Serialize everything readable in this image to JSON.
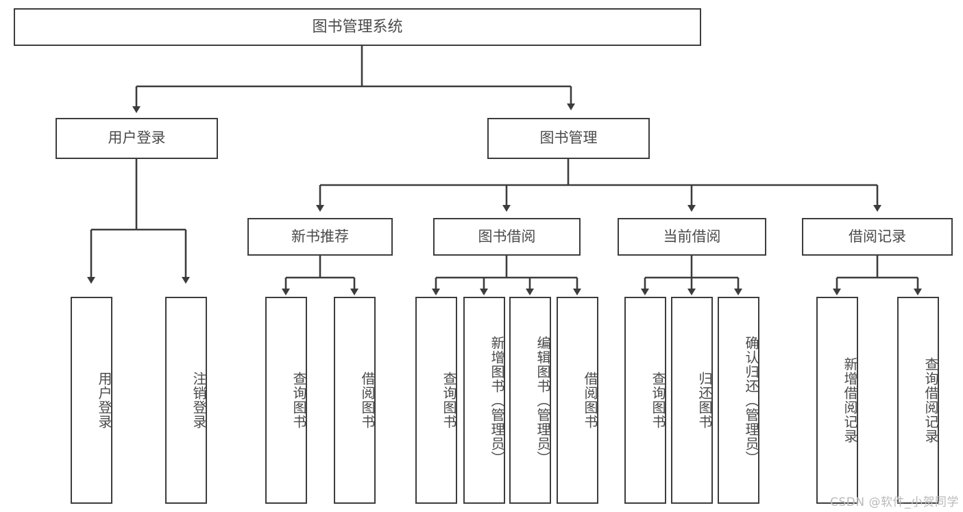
{
  "diagram": {
    "title": "图书管理系统",
    "type": "tree-hierarchy",
    "watermark": "CSDN @软件_小贺同学",
    "colors": {
      "stroke": "#3c3c3c",
      "text": "#4a4a4a",
      "background": "#ffffff",
      "watermark": "#b9b9b9"
    },
    "root": {
      "label": "图书管理系统"
    },
    "level1": [
      {
        "id": "user-login",
        "label": "用户登录"
      },
      {
        "id": "book-manage",
        "label": "图书管理"
      }
    ],
    "level2": [
      {
        "id": "new-book-recommend",
        "label": "新书推荐"
      },
      {
        "id": "book-borrow",
        "label": "图书借阅"
      },
      {
        "id": "current-borrow",
        "label": "当前借阅"
      },
      {
        "id": "borrow-record",
        "label": "借阅记录"
      }
    ],
    "leaves": {
      "user_login": [
        {
          "id": "leaf-user-login",
          "label": "用户登录"
        },
        {
          "id": "leaf-logout-login",
          "label": "注销登录"
        }
      ],
      "new_book_recommend": [
        {
          "id": "leaf-query-book-1",
          "label": "查询图书"
        },
        {
          "id": "leaf-borrow-book-1",
          "label": "借阅图书"
        }
      ],
      "book_borrow": [
        {
          "id": "leaf-query-book-2",
          "label": "查询图书"
        },
        {
          "id": "leaf-add-book",
          "label": "新增图书（管理员）"
        },
        {
          "id": "leaf-edit-book",
          "label": "编辑图书（管理员）"
        },
        {
          "id": "leaf-borrow-book-2",
          "label": "借阅图书"
        }
      ],
      "current_borrow": [
        {
          "id": "leaf-query-book-3",
          "label": "查询图书"
        },
        {
          "id": "leaf-return-book",
          "label": "归还图书"
        },
        {
          "id": "leaf-confirm-return",
          "label": "确认归还（管理员）"
        }
      ],
      "borrow_record": [
        {
          "id": "leaf-add-record",
          "label": "新增借阅记录"
        },
        {
          "id": "leaf-query-record",
          "label": "查询借阅记录"
        }
      ]
    }
  }
}
